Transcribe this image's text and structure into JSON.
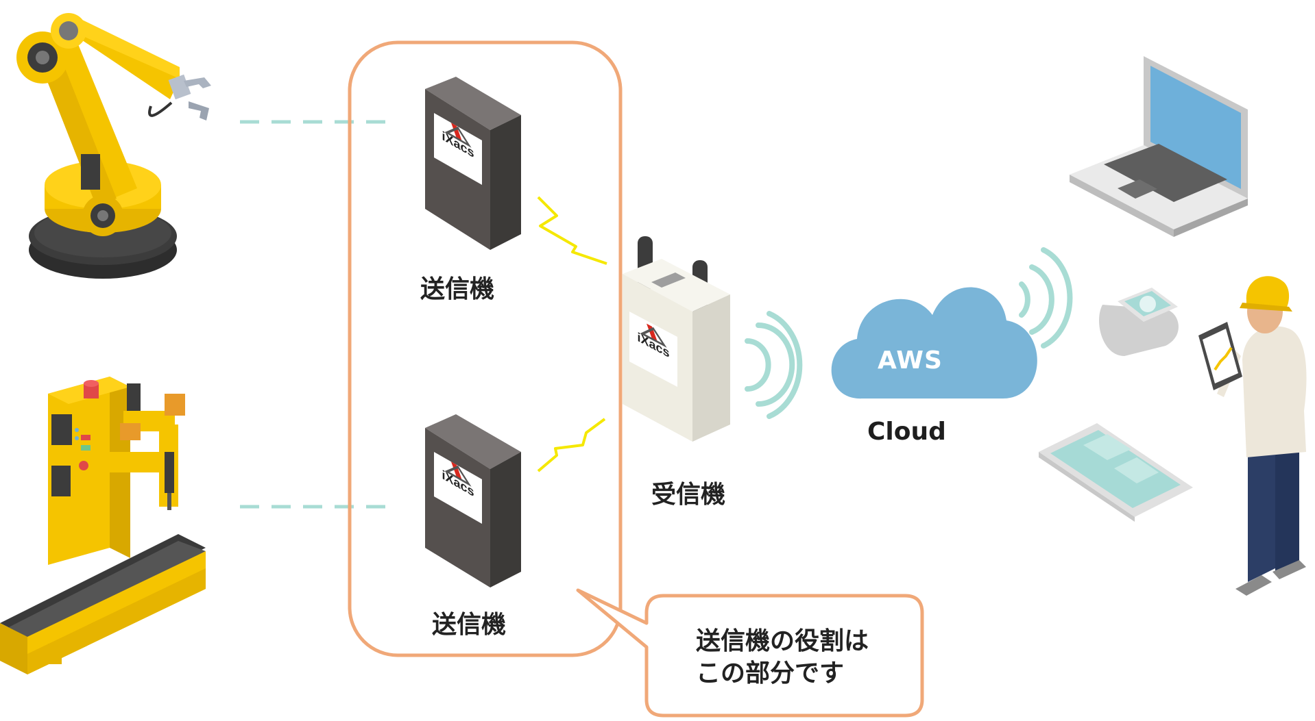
{
  "labels": {
    "transmitter_top": "送信機",
    "transmitter_bottom": "送信機",
    "receiver": "受信機",
    "cloud_service": "AWS",
    "cloud": "Cloud",
    "callout_line1": "送信機の役割は",
    "callout_line2": "この部分です"
  },
  "device_logo": "iXacs",
  "colors": {
    "robot_yellow": "#F5C400",
    "robot_dark": "#3C3C3C",
    "box_dark": "#55504E",
    "highlight_border": "#F0A878",
    "dashed_link": "#A8DCD4",
    "signal_wave": "#A8DCD4",
    "zigzag": "#F5E800",
    "cloud_blue": "#7AB5D8",
    "laptop_screen": "#6EB0DA",
    "tablet_teal": "#A6DAD6"
  }
}
